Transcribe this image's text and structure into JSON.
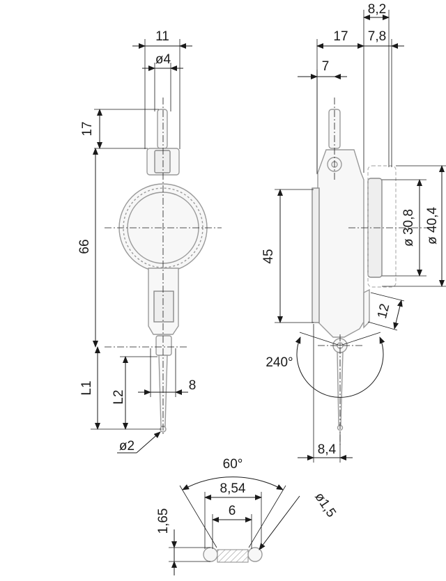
{
  "front_view": {
    "width_label": "11",
    "stem_diameter_label": "ø4",
    "stem_length_label": "17",
    "body_length_label": "66",
    "lever_length_label_1": "L1",
    "lever_length_label_2": "L2",
    "tip_offset_label": "8",
    "ball_diameter_label": "ø2"
  },
  "side_view": {
    "depth_total_label": "8,2",
    "depth_inner_label": "7,8",
    "offset_label": "17",
    "stem_offset_label": "7",
    "dial_diameter_inner_label": "ø 30,8",
    "dial_diameter_outer_label": "ø 40,4",
    "height_label": "45",
    "clamp_label": "12",
    "swivel_angle_label": "240°",
    "tip_offset_label": "8,4"
  },
  "detail_view": {
    "angle_label": "60°",
    "span_label": "8,54",
    "inner_span_label": "6",
    "height_label": "1,65",
    "ball_diameter_label": "ø1,5"
  }
}
